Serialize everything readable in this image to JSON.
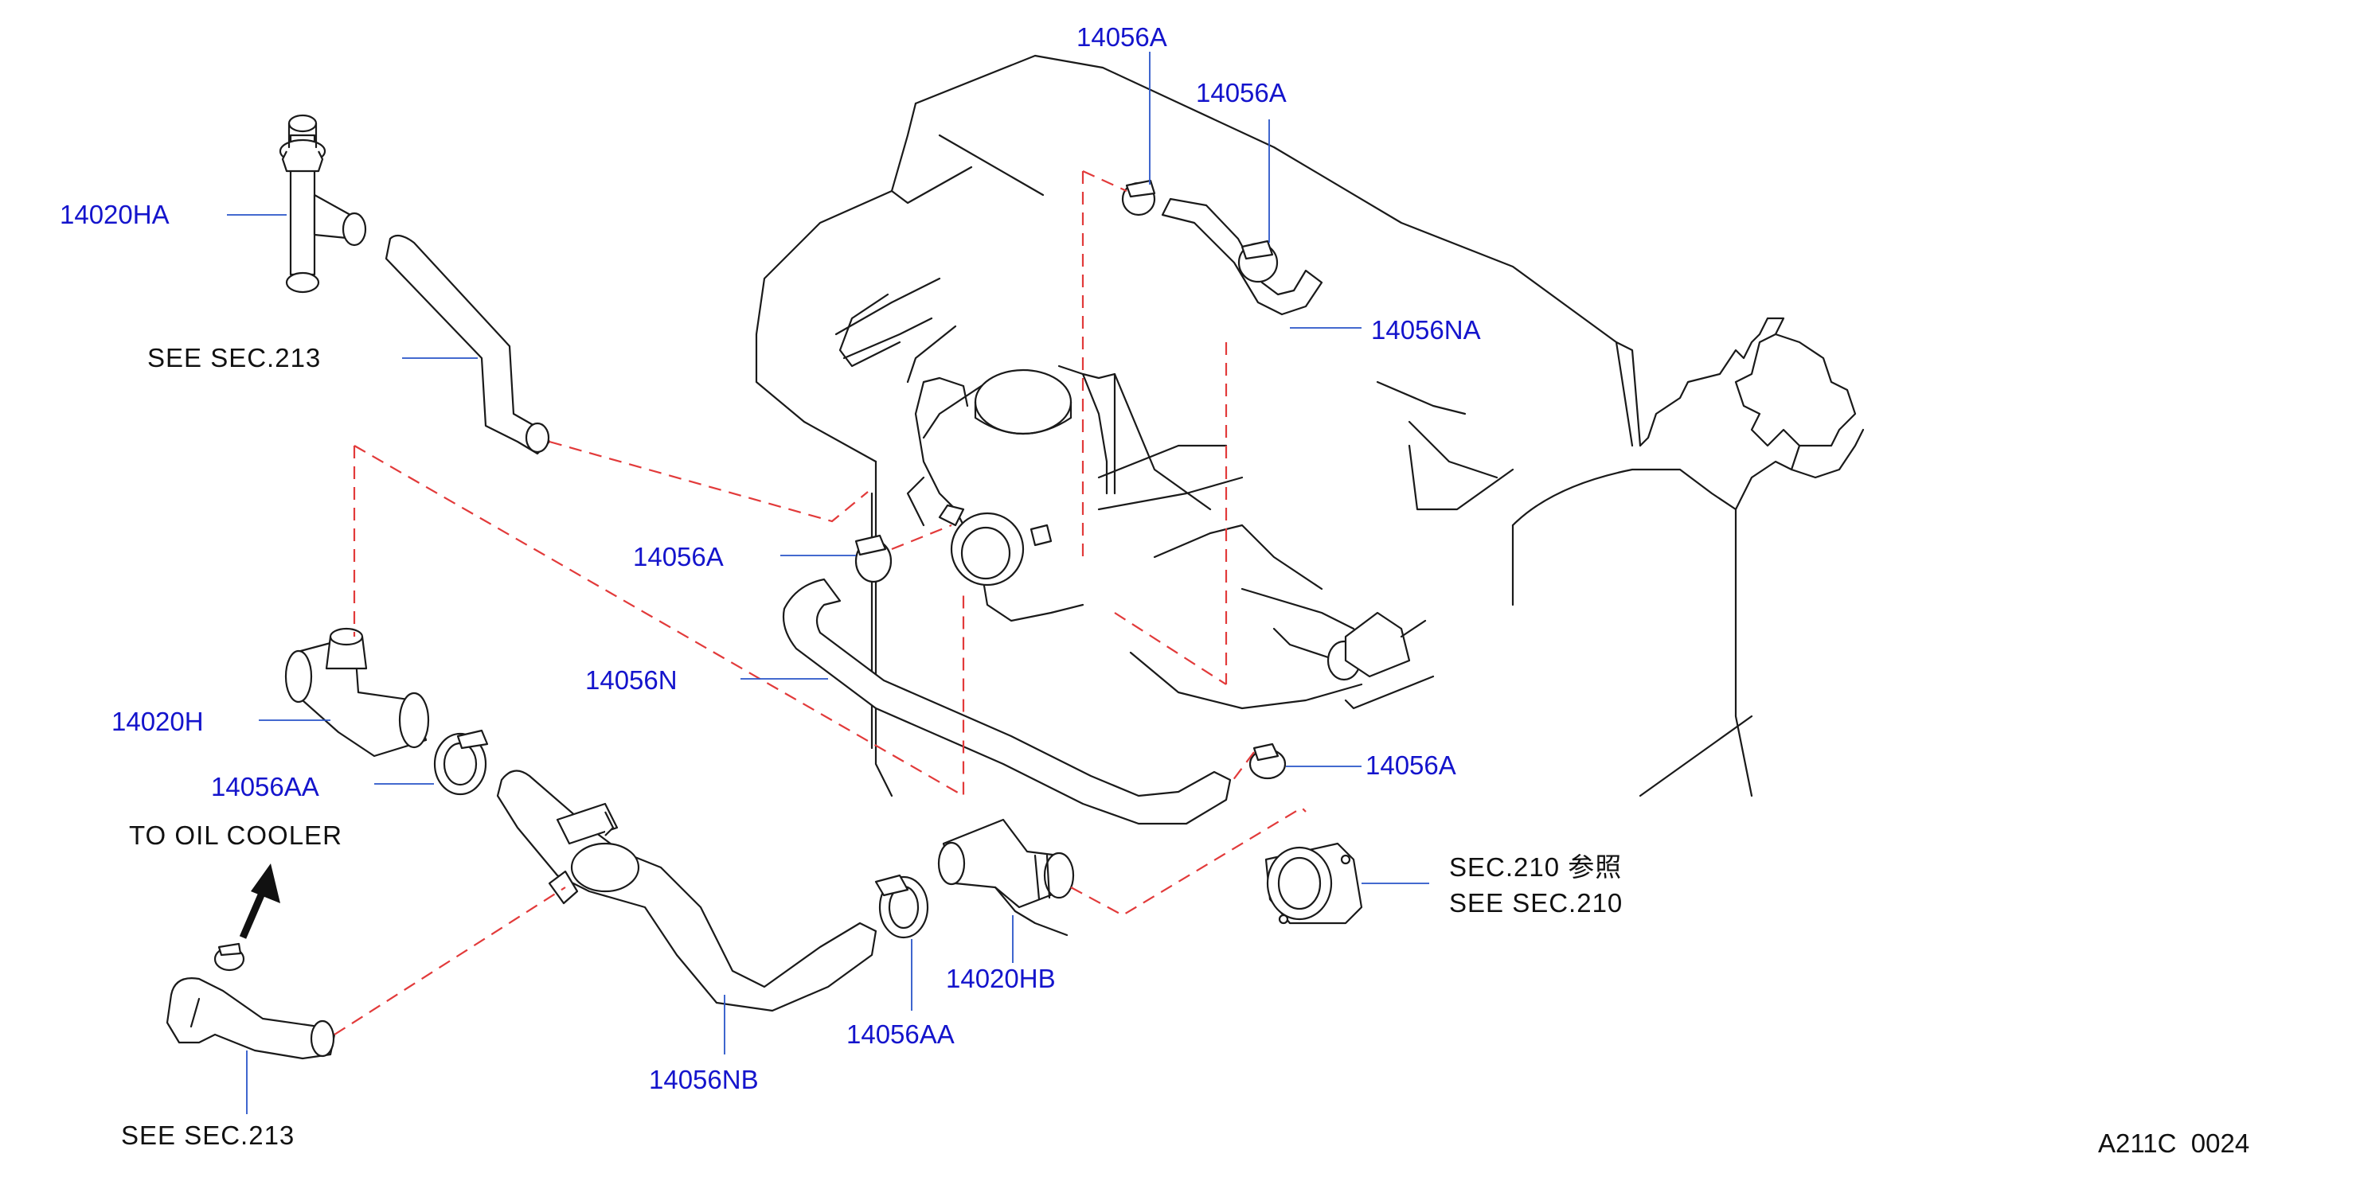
{
  "diagram_code": "A211C  0024",
  "colors": {
    "part_label": "#1414cc",
    "leader": "#2a55c8",
    "dashed_link": "#e23a3a",
    "outline": "#1a1a1a",
    "note_text": "#111111"
  },
  "parts": {
    "p_14056a_top1": "14056A",
    "p_14056a_top2": "14056A",
    "p_14056na": "14056NA",
    "p_14020ha": "14020HA",
    "p_14056a_mid": "14056A",
    "p_14056n": "14056N",
    "p_14020h": "14020H",
    "p_14056aa_left": "14056AA",
    "p_14056a_right": "14056A",
    "p_14020hb": "14020HB",
    "p_14056aa_mid": "14056AA",
    "p_14056nb": "14056NB"
  },
  "notes": {
    "see_sec213_top": "SEE   SEC.213",
    "to_oil_cooler": "TO   OIL   COOLER",
    "see_sec213_bottom": "SEE   SEC.213",
    "sec210_ref": "SEC.210        参照",
    "see_sec210": "SEE   SEC.210"
  }
}
